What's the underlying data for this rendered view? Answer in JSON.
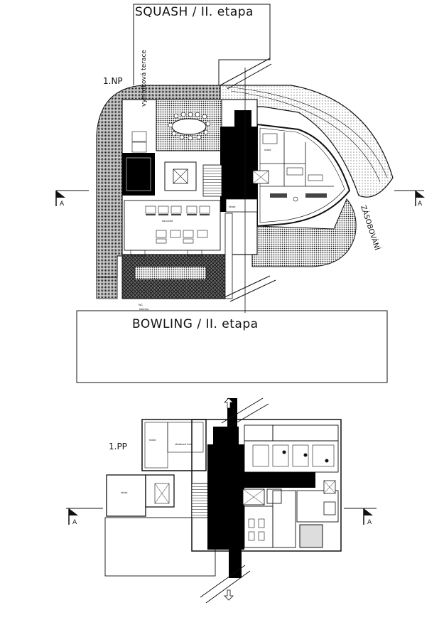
{
  "plan": {
    "top_annex_label": "SQUASH / II. etapa",
    "bottom_annex_label": "BOWLING / II. etapa",
    "floor_1np_label": "1.NP",
    "floor_1pp_label": "1.PP",
    "terrace_label": "vyhlídková terace",
    "supply_label": "ZÁSOBOVÁNÍ",
    "section_marker": "A",
    "tiny_labels": [
      "kancelář",
      "sklad",
      "sklad",
      "WC",
      "kotelna",
      "skladová hala",
      "sklad",
      "sklad"
    ]
  },
  "colors": {
    "line": "#111111",
    "fill": "#000000",
    "paper": "#ffffff"
  }
}
